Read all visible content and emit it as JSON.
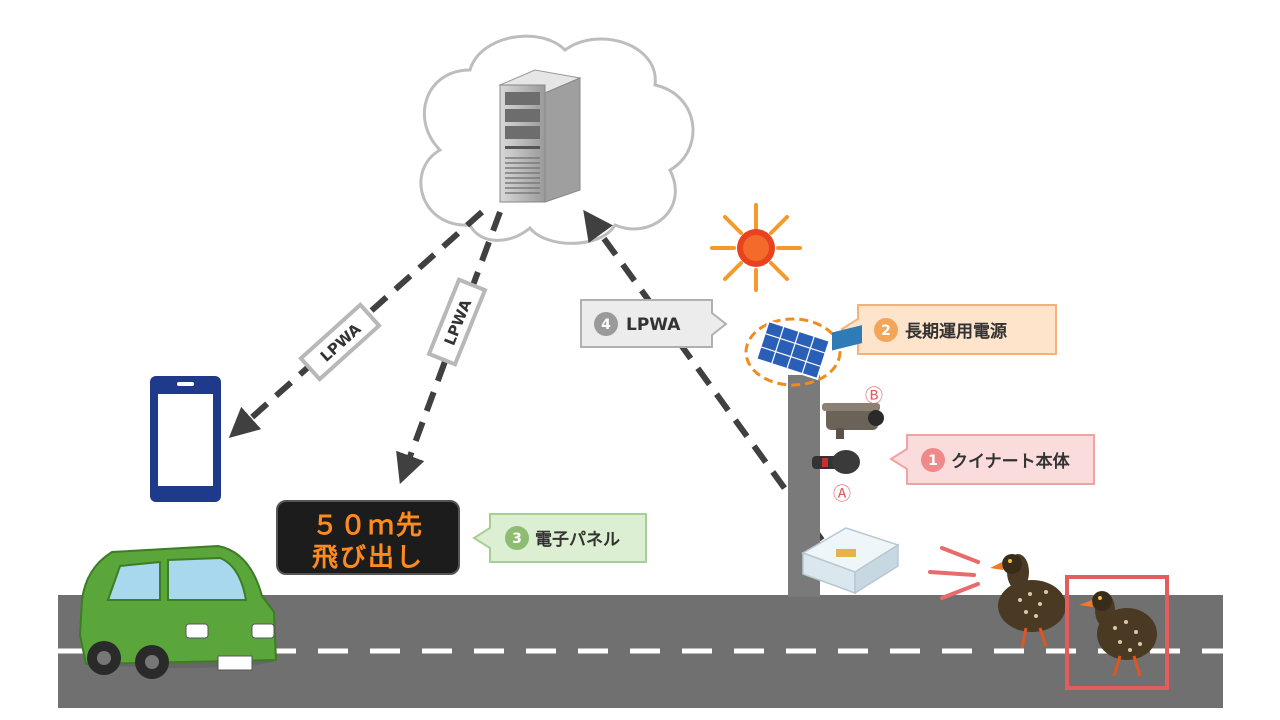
{
  "lpwa_labels": {
    "to_phone": "LPWA",
    "to_panel": "LPWA",
    "to_server": "LPWA"
  },
  "callouts": {
    "device": {
      "number": "1",
      "text": "クイナート本体",
      "color": "#f08a8a",
      "bg": "#fbdcdc"
    },
    "power": {
      "number": "2",
      "text": "長期運用電源",
      "color": "#f3a65a",
      "bg": "#fde4cb"
    },
    "panel": {
      "number": "3",
      "text": "電子パネル",
      "color": "#8cbd72",
      "bg": "#dcefd2"
    },
    "network": {
      "number": "4",
      "text": "LPWA",
      "color": "#9a9a9a",
      "bg": "#ececec"
    }
  },
  "sensor_marks": {
    "camera": "Ⓑ",
    "microphone": "Ⓐ"
  },
  "led_panel": {
    "line1": "５０ｍ先",
    "line2": "飛び出し",
    "color": "#ff8a1e"
  },
  "colors": {
    "road": "#707070",
    "arrow": "#404040",
    "highlight_box": "#e35d5d",
    "phone": "#1f3a8a",
    "car": "#5aa63a"
  }
}
